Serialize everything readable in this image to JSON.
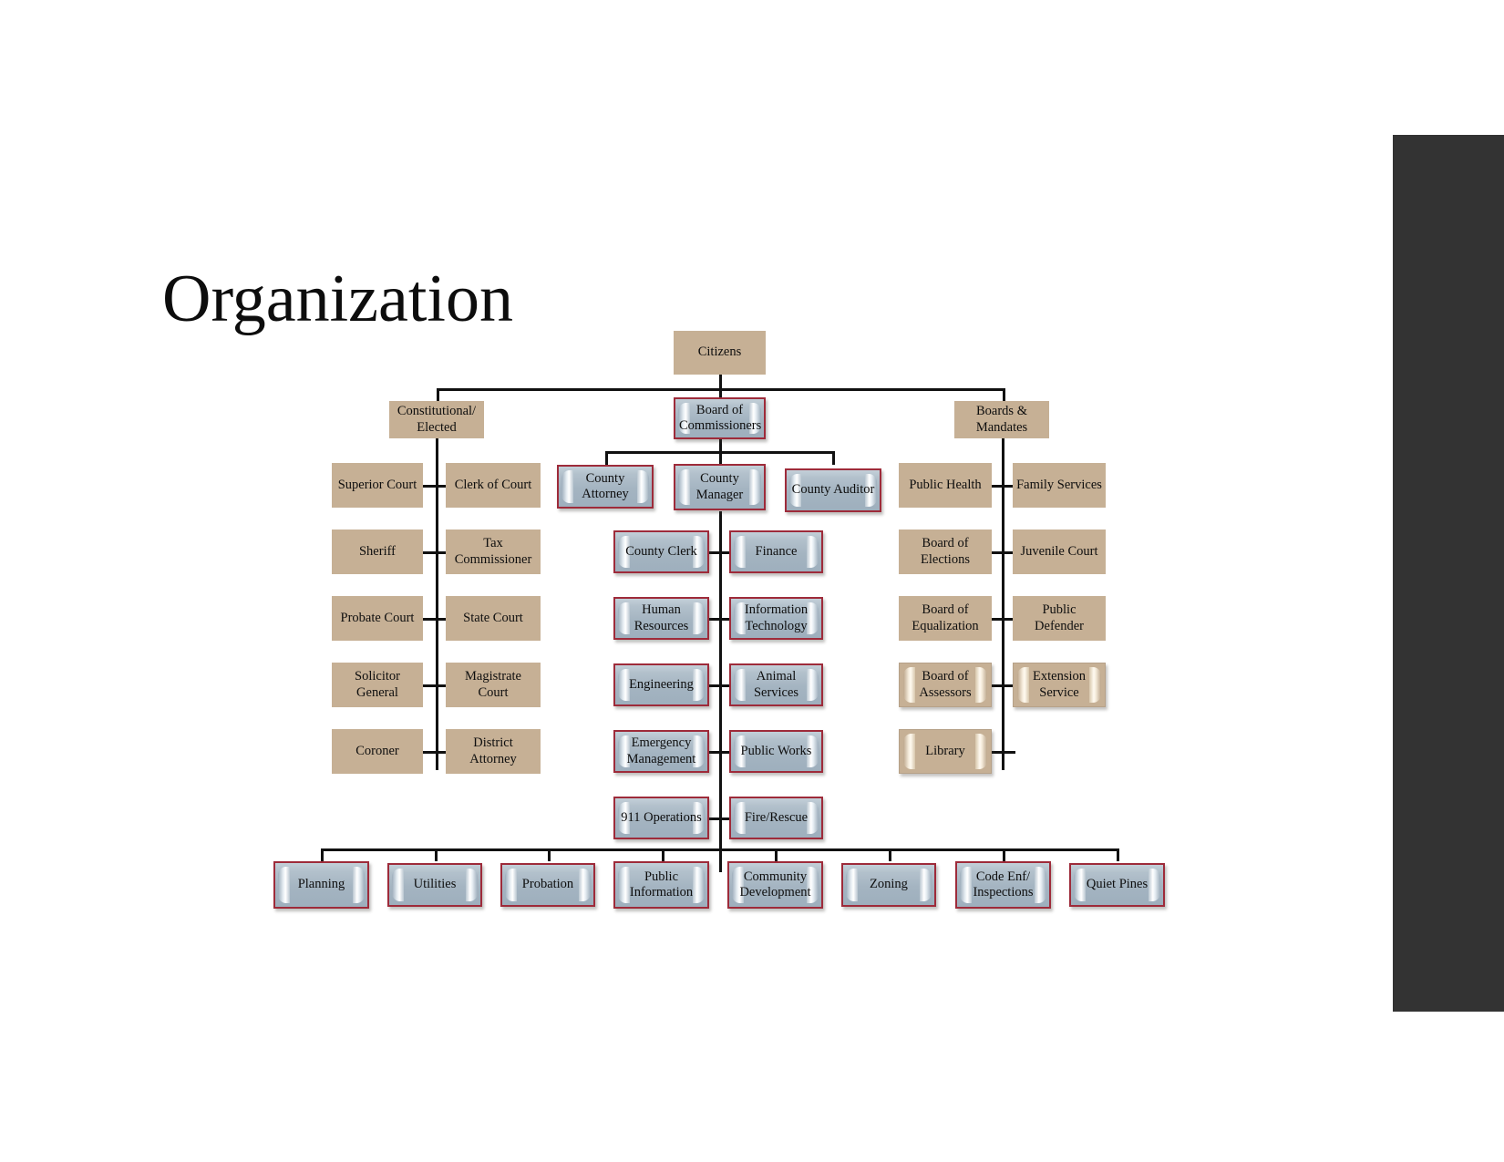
{
  "slide": {
    "title": "Organization",
    "background_color": "#ffffff",
    "side_panel_color": "#333333"
  },
  "palette": {
    "tan_fill": "#c6b095",
    "blue_fill": "#a9b8c4",
    "blue_border": "#9e2b3a",
    "connector": "#111111",
    "text": "#0e0e0e"
  },
  "chart_data": {
    "type": "diagram",
    "diagram_type": "organization-chart",
    "title": "Organization",
    "root": "Citizens",
    "tiers": [
      {
        "name": "root",
        "nodes": [
          "Citizens"
        ]
      },
      {
        "name": "branch",
        "nodes": [
          "Constitutional/ Elected",
          "Board of Commissioners",
          "Boards & Mandates"
        ]
      },
      {
        "name": "manager",
        "nodes": [
          "County Attorney",
          "County Manager",
          "County Auditor"
        ]
      }
    ],
    "edges": [
      {
        "from": "Citizens",
        "to": "Constitutional/ Elected"
      },
      {
        "from": "Citizens",
        "to": "Board of Commissioners"
      },
      {
        "from": "Citizens",
        "to": "Boards & Mandates"
      },
      {
        "from": "Board of Commissioners",
        "to": "County Attorney"
      },
      {
        "from": "Board of Commissioners",
        "to": "County Manager"
      },
      {
        "from": "Board of Commissioners",
        "to": "County Auditor"
      },
      {
        "from": "County Manager",
        "to": "County Clerk"
      },
      {
        "from": "County Manager",
        "to": "Finance"
      },
      {
        "from": "County Manager",
        "to": "Human Resources"
      },
      {
        "from": "County Manager",
        "to": "Information Technology"
      },
      {
        "from": "County Manager",
        "to": "Engineering"
      },
      {
        "from": "County Manager",
        "to": "Animal Services"
      },
      {
        "from": "County Manager",
        "to": "Emergency Management"
      },
      {
        "from": "County Manager",
        "to": "Public Works"
      },
      {
        "from": "County Manager",
        "to": "911 Operations"
      },
      {
        "from": "County Manager",
        "to": "Fire/Rescue"
      },
      {
        "from": "County Manager",
        "to": "Planning"
      },
      {
        "from": "County Manager",
        "to": "Utilities"
      },
      {
        "from": "County Manager",
        "to": "Probation"
      },
      {
        "from": "County Manager",
        "to": "Public Information"
      },
      {
        "from": "County Manager",
        "to": "Community Development"
      },
      {
        "from": "County Manager",
        "to": "Zoning"
      },
      {
        "from": "County Manager",
        "to": "Code Enf/ Inspections"
      },
      {
        "from": "County Manager",
        "to": "Quiet Pines"
      }
    ]
  },
  "nodes": {
    "citizens": {
      "label": "Citizens"
    },
    "constitutional": {
      "label": "Constitutional/\nElected"
    },
    "board_commissioners": {
      "label": "Board of\nCommissioners"
    },
    "boards_mandates": {
      "label": "Boards &\nMandates"
    },
    "county_attorney": {
      "label": "County Attorney"
    },
    "county_manager": {
      "label": "County\nManager"
    },
    "county_auditor": {
      "label": "County Auditor"
    }
  },
  "columns": {
    "constitutional_left": [
      {
        "label": "Superior Court"
      },
      {
        "label": "Sheriff"
      },
      {
        "label": "Probate Court"
      },
      {
        "label": "Solicitor\nGeneral"
      },
      {
        "label": "Coroner"
      }
    ],
    "constitutional_right": [
      {
        "label": "Clerk of Court"
      },
      {
        "label": "Tax\nCommissioner"
      },
      {
        "label": "State Court"
      },
      {
        "label": "Magistrate\nCourt"
      },
      {
        "label": "District\nAttorney"
      }
    ],
    "manager_left": [
      {
        "label": "County Clerk"
      },
      {
        "label": "Human\nResources"
      },
      {
        "label": "Engineering"
      },
      {
        "label": "Emergency\nManagement"
      },
      {
        "label": "911 Operations"
      }
    ],
    "manager_right": [
      {
        "label": "Finance"
      },
      {
        "label": "Information\nTechnology"
      },
      {
        "label": "Animal Services"
      },
      {
        "label": "Public Works"
      },
      {
        "label": "Fire/Rescue"
      }
    ],
    "boards_left": [
      {
        "label": "Public Health",
        "style": "flat"
      },
      {
        "label": "Board of\nElections",
        "style": "flat"
      },
      {
        "label": "Board of\nEqualization",
        "style": "flat"
      },
      {
        "label": "Board of\nAssessors",
        "style": "beveled"
      },
      {
        "label": "Library",
        "style": "beveled"
      }
    ],
    "boards_right": [
      {
        "label": "Family Services",
        "style": "flat"
      },
      {
        "label": "Juvenile Court",
        "style": "flat"
      },
      {
        "label": "Public Defender",
        "style": "flat"
      },
      {
        "label": "Extension\nService",
        "style": "beveled"
      }
    ],
    "bottom_row": [
      {
        "label": "Planning"
      },
      {
        "label": "Utilities"
      },
      {
        "label": "Probation"
      },
      {
        "label": "Public\nInformation"
      },
      {
        "label": "Community\nDevelopment"
      },
      {
        "label": "Zoning"
      },
      {
        "label": "Code Enf/\nInspections"
      },
      {
        "label": "Quiet Pines"
      }
    ]
  }
}
